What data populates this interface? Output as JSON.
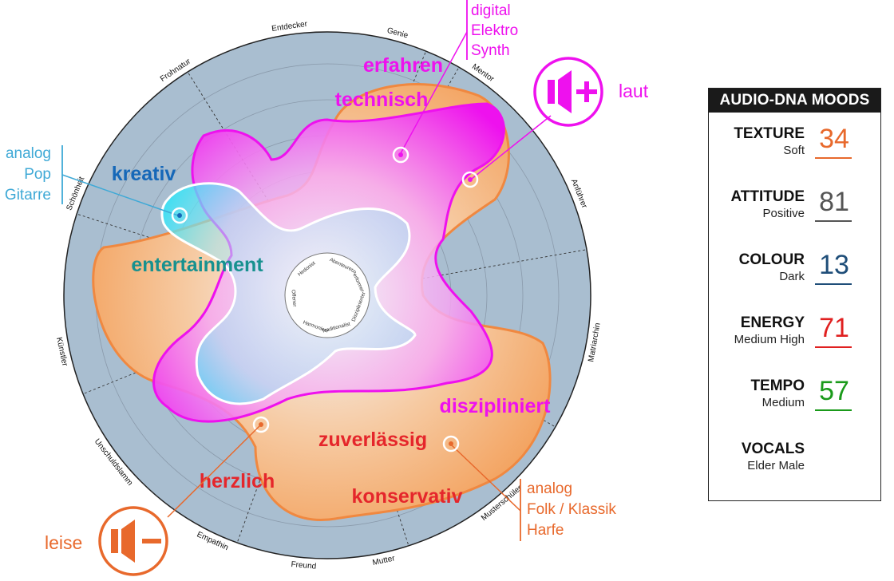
{
  "outer_labels": [
    "Genie",
    "Mentor",
    "Anführer",
    "Matriarchin",
    "Musterschüler",
    "Mutter",
    "Freund",
    "Empathin",
    "Unschuldslamm",
    "Künstler",
    "Schönheit",
    "Frohnatur",
    "Entdecker"
  ],
  "inner_labels": [
    "Abenteurer",
    "Performer",
    "Disziplinierter",
    "Traditionalist",
    "Harmoniser",
    "Offener",
    "Hedonist"
  ],
  "mood_words": {
    "erfahren": "erfahren",
    "technisch": "technisch",
    "kreativ": "kreativ",
    "entertainment": "entertainment",
    "diszipliniert": "diszipliniert",
    "zuverlaessig": "zuverlässig",
    "herzlich": "herzlich",
    "konservativ": "konservativ"
  },
  "callouts": {
    "top": [
      "digital",
      "Elektro",
      "Synth"
    ],
    "left": [
      "analog",
      "Pop",
      "Gitarre"
    ],
    "bottom_right": [
      "analog",
      "Folk / Klassik",
      "Harfe"
    ],
    "loud": "laut",
    "quiet": "leise"
  },
  "panel": {
    "title": "AUDIO-DNA MOODS",
    "moods": [
      {
        "name": "TEXTURE",
        "value": "Soft",
        "score": "34",
        "color": "#e8692c"
      },
      {
        "name": "ATTITUDE",
        "value": "Positive",
        "score": "81",
        "color": "#555555"
      },
      {
        "name": "COLOUR",
        "value": "Dark",
        "score": "13",
        "color": "#1f4e79"
      },
      {
        "name": "ENERGY",
        "value": "Medium High",
        "score": "71",
        "color": "#e02020"
      },
      {
        "name": "TEMPO",
        "value": "Medium",
        "score": "57",
        "color": "#1a9a1a"
      },
      {
        "name": "VOCALS",
        "value": "Elder Male",
        "score": "",
        "color": "#111111"
      }
    ]
  },
  "colors": {
    "magenta": "#ee11ee",
    "orange": "#f08840",
    "cyan": "#29e0f5",
    "ring": "#a9bed0",
    "blue_text": "#1668b8",
    "teal_text": "#17918f",
    "red_text": "#e5262b",
    "callout_blue": "#3fa9d6",
    "callout_orange": "#e8692c"
  }
}
